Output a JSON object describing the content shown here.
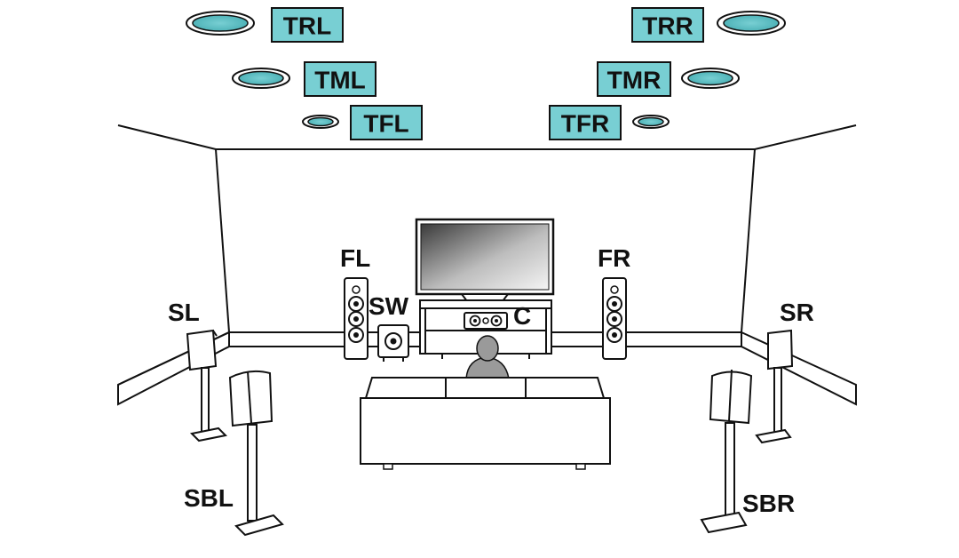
{
  "labels": {
    "trl": "TRL",
    "trr": "TRR",
    "tml": "TML",
    "tmr": "TMR",
    "tfl": "TFL",
    "tfr": "TFR",
    "fl": "FL",
    "fr": "FR",
    "sw": "SW",
    "c": "C",
    "sl": "SL",
    "sr": "SR",
    "sbl": "SBL",
    "sbr": "SBR"
  },
  "colors": {
    "height_label_fill": "#78cfd3",
    "ceiling_speaker_fill": "#78cfd3",
    "line": "#111111"
  }
}
